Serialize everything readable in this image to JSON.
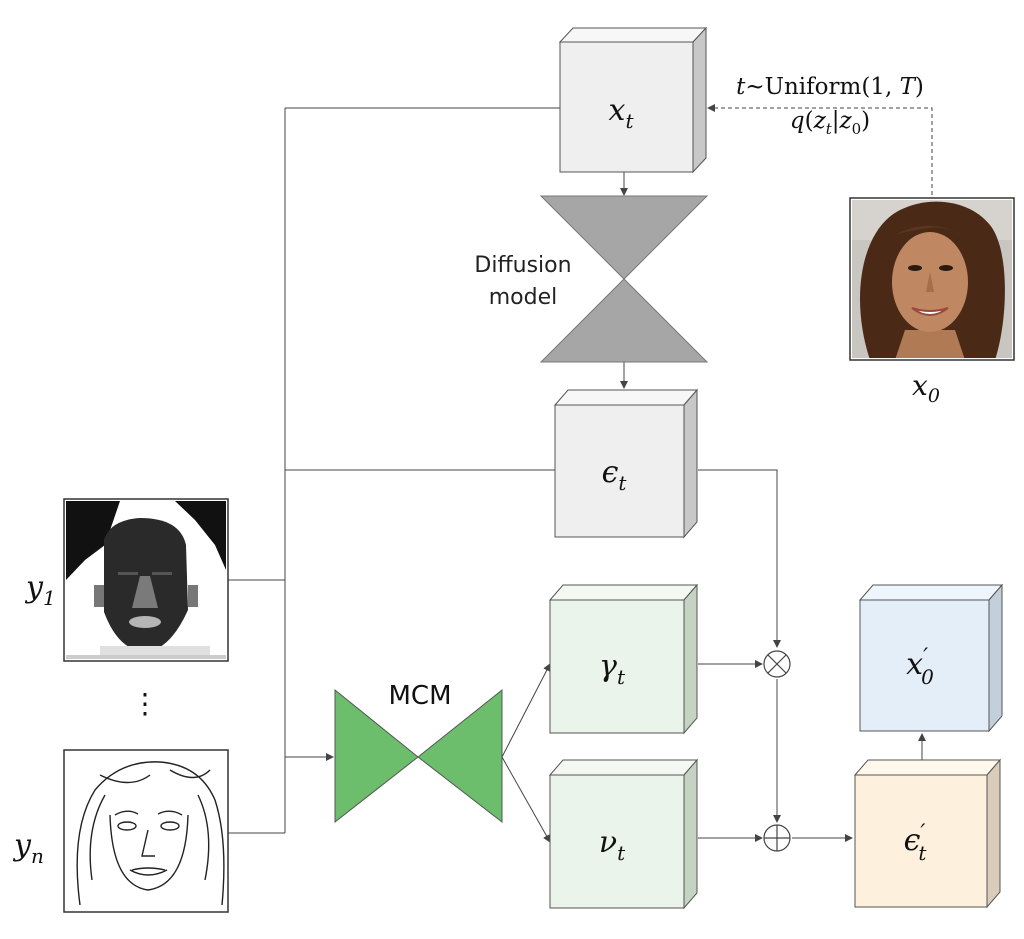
{
  "blocks": {
    "x_t": {
      "sym": "x",
      "sub": "t"
    },
    "eps_t": {
      "sym": "ϵ",
      "sub": "t"
    },
    "gamma_t": {
      "sym": "γ",
      "sub": "t"
    },
    "nu_t": {
      "sym": "ν",
      "sub": "t"
    },
    "x0_prime": {
      "sym": "x",
      "sub": "0",
      "prime": "′"
    },
    "eps_prime": {
      "sym": "ϵ",
      "sub": "t",
      "prime": "′"
    }
  },
  "diffusion_label": [
    "Diffusion",
    "model"
  ],
  "mcm_label": "MCM",
  "sampling": {
    "t_var": "t",
    "t_dist": "~Uniform(1, ",
    "T": "T",
    "close": ")",
    "q": "q",
    "q_open": "(",
    "z": "z",
    "z_t_sub": "t",
    "bar": "|",
    "z0_sub": "0",
    "q_close": ")"
  },
  "input_labels": {
    "y1": {
      "sym": "y",
      "sub": "1"
    },
    "yn": {
      "sym": "y",
      "sub": "n"
    },
    "x0": {
      "sym": "x",
      "sub": "0"
    }
  },
  "ellipsis": "⋮",
  "operators": {
    "multiply": "⊗",
    "add": "⊕"
  },
  "images": {
    "photo_label": "face-photo",
    "mask_label": "face-parsing-mask",
    "sketch_label": "face-sketch"
  },
  "colors": {
    "gray_face": "#efefef",
    "gray_top": "#f7f7f7",
    "gray_side": "#c8c8c8",
    "green_face": "#ebf4ea",
    "green_top": "#f3f9f2",
    "green_side": "#c5d3c3",
    "blue_face": "#e3eef9",
    "blue_top": "#eef5fc",
    "blue_side": "#c3cfdb",
    "peach_face": "#fdf1de",
    "peach_top": "#fef7eb",
    "peach_side": "#d9ccba",
    "hourglass_gray": "#a6a6a6",
    "mcm_green": "#6cbd6c",
    "line": "#444444"
  }
}
